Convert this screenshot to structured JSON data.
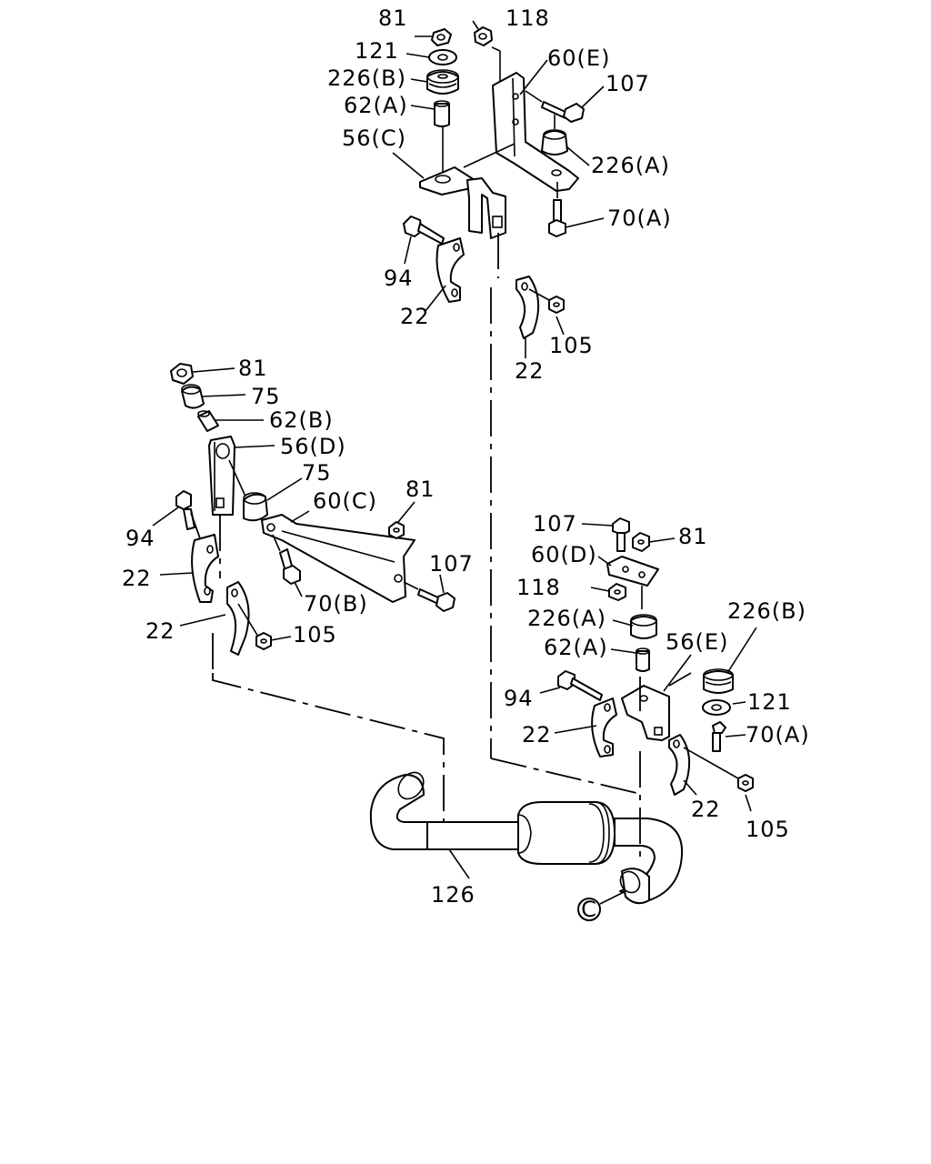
{
  "diagram": {
    "labels": {
      "top_81": "81",
      "top_121": "121",
      "top_226b": "226(B)",
      "top_62a": "62(A)",
      "top_56c": "56(C)",
      "top_118": "118",
      "top_60e": "60(E)",
      "top_107": "107",
      "top_226a": "226(A)",
      "top_70a": "70(A)",
      "top_94": "94",
      "top_22_left": "22",
      "top_105": "105",
      "top_22_right": "22",
      "left_81": "81",
      "left_75_top": "75",
      "left_62b": "62(B)",
      "left_56d": "56(D)",
      "left_75_bottom": "75",
      "left_60c": "60(C)",
      "left_81_bracket": "81",
      "left_94": "94",
      "left_107": "107",
      "left_22_top": "22",
      "left_70b": "70(B)",
      "left_22_bottom": "22",
      "left_105": "105",
      "right_107": "107",
      "right_81": "81",
      "right_60d": "60(D)",
      "right_118": "118",
      "right_226a": "226(A)",
      "right_226b": "226(B)",
      "right_62a": "62(A)",
      "right_56e": "56(E)",
      "right_94": "94",
      "right_121": "121",
      "right_22_left": "22",
      "right_70a": "70(A)",
      "right_22_right": "22",
      "right_105": "105",
      "pipe_126": "126",
      "circle_c": "C"
    }
  }
}
